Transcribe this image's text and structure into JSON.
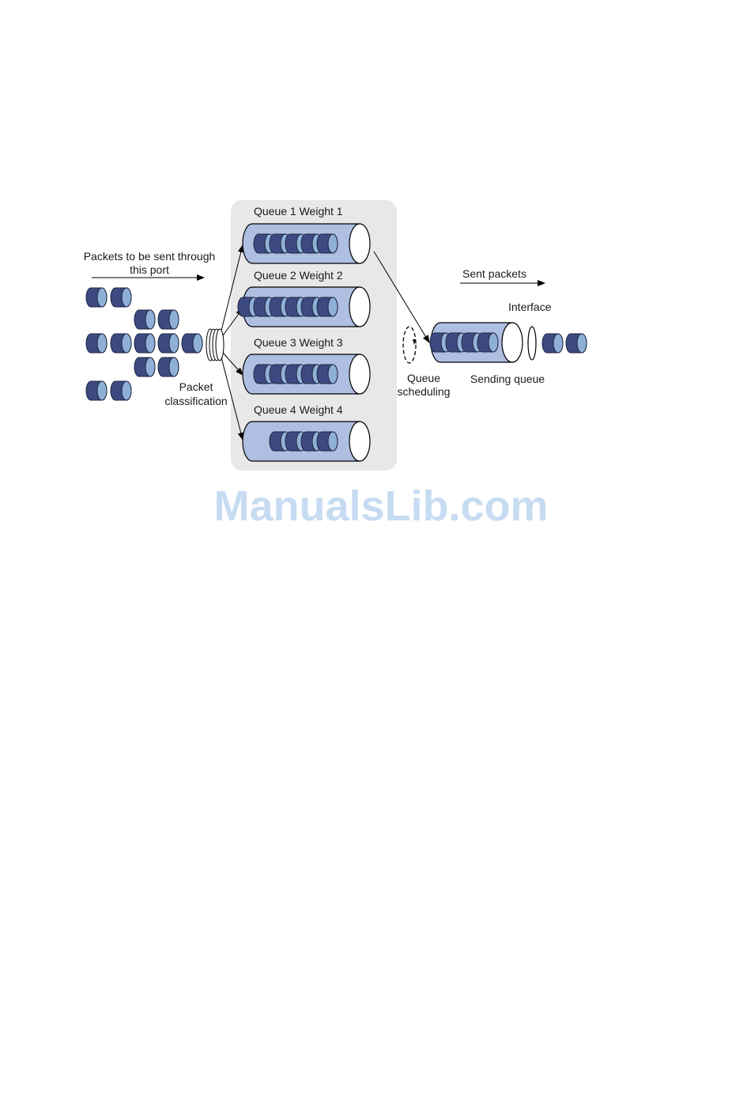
{
  "labels": {
    "incoming_line1": "Packets to be sent through",
    "incoming_line2": "this port",
    "classification_line1": "Packet",
    "classification_line2": "classification",
    "sent_packets": "Sent packets",
    "interface": "Interface",
    "scheduling_line1": "Queue",
    "scheduling_line2": "scheduling",
    "sending_queue": "Sending queue"
  },
  "queues": [
    {
      "label": "Queue 1 Weight 1",
      "packet_count": 5
    },
    {
      "label": "Queue 2 Weight 2",
      "packet_count": 6
    },
    {
      "label": "Queue 3 Weight 3",
      "packet_count": 5
    },
    {
      "label": "Queue 4 Weight 4",
      "packet_count": 4
    }
  ],
  "sending_queue_packet_count": 4,
  "sent_packet_count": 2,
  "watermark": "ManualsLib.com",
  "colors": {
    "packet_dark": "#3d4a82",
    "packet_light": "#8fb0d6",
    "queue_fill": "#aebfe2",
    "panel": "#e9e8e8"
  }
}
